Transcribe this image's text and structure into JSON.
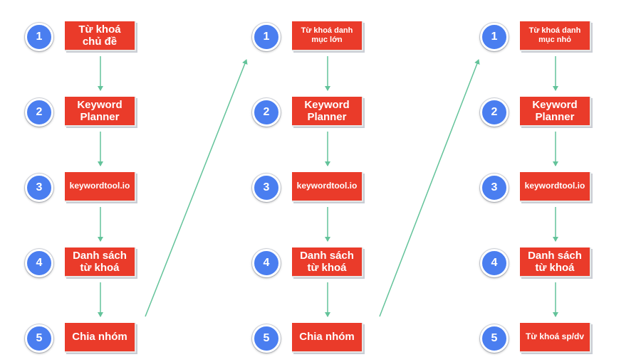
{
  "colors": {
    "box": "#ea3b2a",
    "circle": "#4a7ef0",
    "arrow": "#63c39a"
  },
  "columns": [
    {
      "steps": [
        {
          "num": "1",
          "label": "Từ khoá\nchủ đề"
        },
        {
          "num": "2",
          "label": "Keyword\nPlanner"
        },
        {
          "num": "3",
          "label": "keywordtool.io"
        },
        {
          "num": "4",
          "label": "Danh sách\ntừ khoá"
        },
        {
          "num": "5",
          "label": "Chia nhóm"
        }
      ]
    },
    {
      "steps": [
        {
          "num": "1",
          "label": "Từ khoá danh\nmục lớn"
        },
        {
          "num": "2",
          "label": "Keyword\nPlanner"
        },
        {
          "num": "3",
          "label": "keywordtool.io"
        },
        {
          "num": "4",
          "label": "Danh sách\ntừ khoá"
        },
        {
          "num": "5",
          "label": "Chia nhóm"
        }
      ]
    },
    {
      "steps": [
        {
          "num": "1",
          "label": "Từ khoá danh\nmục nhỏ"
        },
        {
          "num": "2",
          "label": "Keyword\nPlanner"
        },
        {
          "num": "3",
          "label": "keywordtool.io"
        },
        {
          "num": "4",
          "label": "Danh sách\ntừ khoá"
        },
        {
          "num": "5",
          "label": "Từ khoá sp/dv"
        }
      ]
    }
  ]
}
